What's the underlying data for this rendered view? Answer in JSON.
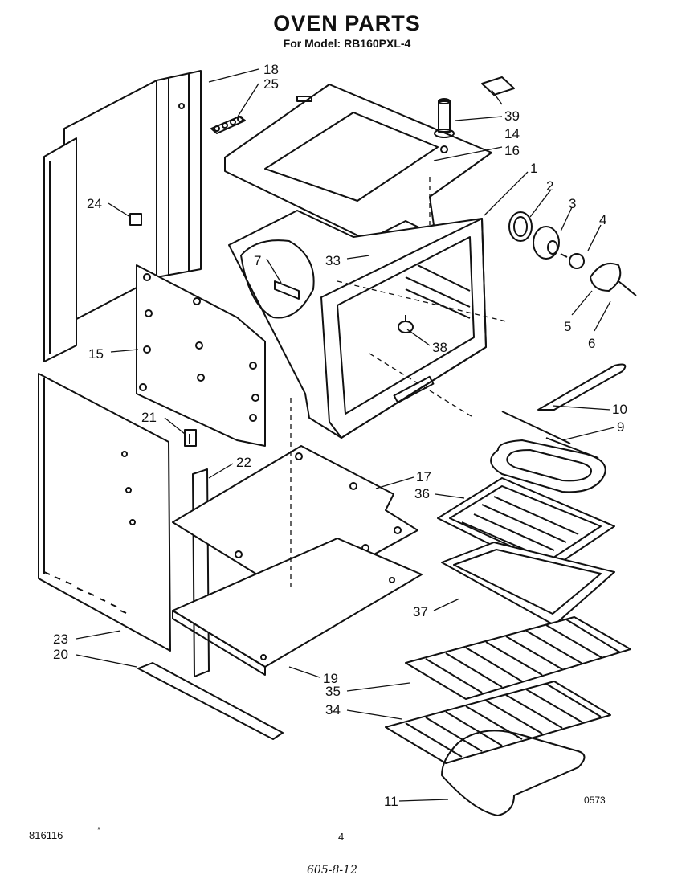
{
  "header": {
    "title": "OVEN PARTS",
    "subtitle": "For Model: RB160PXL-4"
  },
  "part_labels": {
    "p1": "1",
    "p2": "2",
    "p3": "3",
    "p4": "4",
    "p5": "5",
    "p6": "6",
    "p7": "7",
    "p9": "9",
    "p10": "10",
    "p11": "11",
    "p14": "14",
    "p15": "15",
    "p16": "16",
    "p17": "17",
    "p18": "18",
    "p19": "19",
    "p20": "20",
    "p21": "21",
    "p22": "22",
    "p23": "23",
    "p24": "24",
    "p25": "25",
    "p33": "33",
    "p34": "34",
    "p35": "35",
    "p36": "36",
    "p37": "37",
    "p38": "38",
    "p39": "39"
  },
  "drawing_code": "0573",
  "footer": {
    "doc_number": "816116",
    "mark": "*",
    "page_number": "4",
    "handwritten_ref": "605-8-12"
  }
}
